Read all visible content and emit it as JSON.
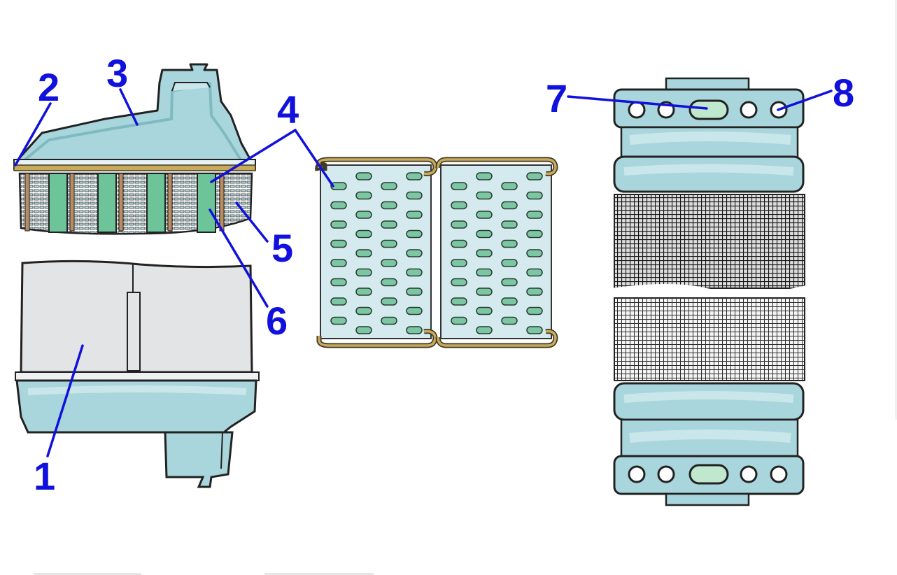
{
  "colors": {
    "label": "#1111dd",
    "outline": "#222222",
    "housing": "#a9d6dc",
    "housing_light": "#c9e7ea",
    "bowl": "#e2e4e5",
    "plate": "#d5eaef",
    "slot": "#7cc7a3",
    "rim": "#c9a95a",
    "rim_dark": "#3e3a25",
    "rib_green": "#6cc498",
    "rib_brown": "#b98c62",
    "mesh": "#2e2e2e"
  },
  "labels": {
    "l1": "1",
    "l2": "2",
    "l3": "3",
    "l4": "4",
    "l5": "5",
    "l6": "6",
    "l7": "7",
    "l8": "8"
  }
}
